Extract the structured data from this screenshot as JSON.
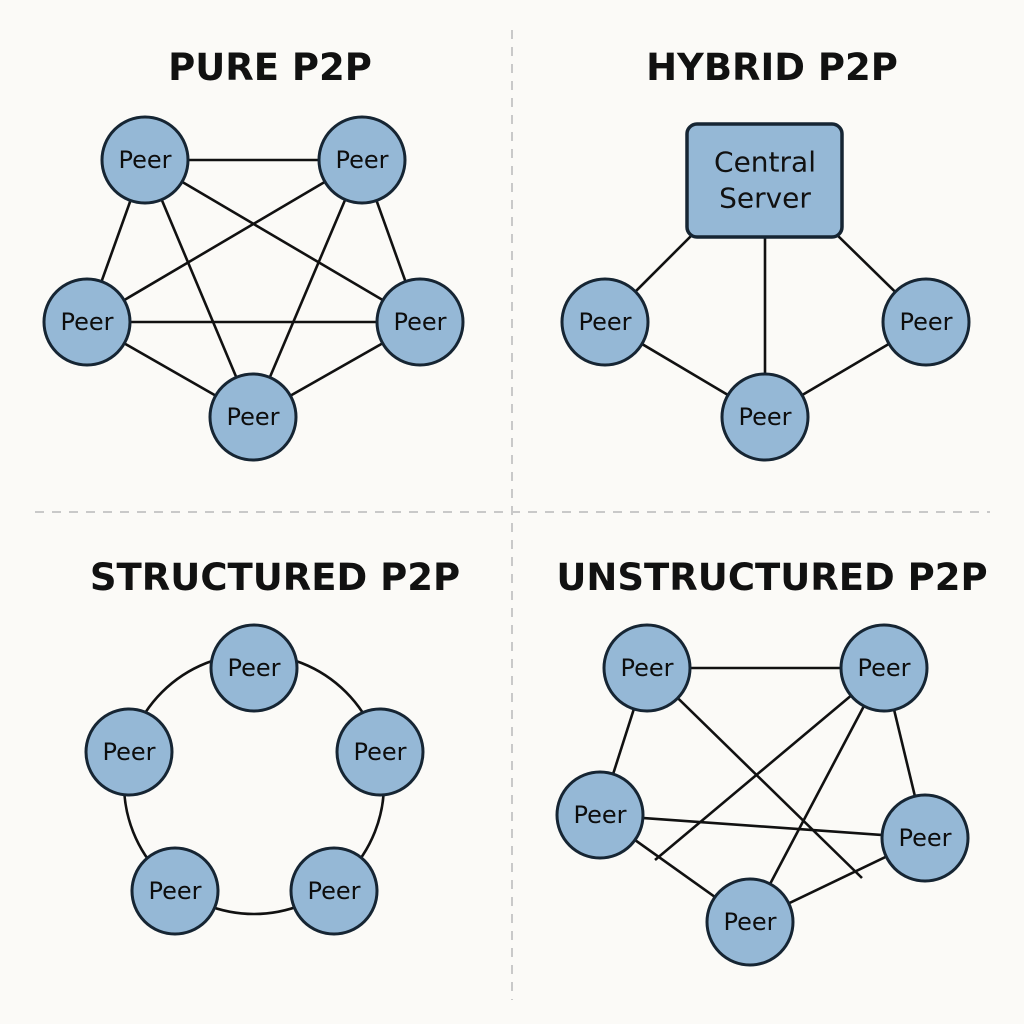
{
  "panels": [
    {
      "id": "pure",
      "title": "PURE P2P",
      "nodes": [
        "Peer",
        "Peer",
        "Peer",
        "Peer",
        "Peer"
      ]
    },
    {
      "id": "hybrid",
      "title": "HYBRID P2P",
      "server": [
        "Central",
        "Server"
      ],
      "nodes": [
        "Peer",
        "Peer",
        "Peer"
      ]
    },
    {
      "id": "structured",
      "title": "STRUCTURED P2P",
      "nodes": [
        "Peer",
        "Peer",
        "Peer",
        "Peer",
        "Peer"
      ]
    },
    {
      "id": "unstructured",
      "title": "UNSTRUCTURED P2P",
      "nodes": [
        "Peer",
        "Peer",
        "Peer",
        "Peer",
        "Peer"
      ]
    }
  ],
  "colors": {
    "node_fill": "#95b8d6",
    "node_stroke": "#162533",
    "edge": "#111111",
    "background": "#fbfaf7"
  }
}
